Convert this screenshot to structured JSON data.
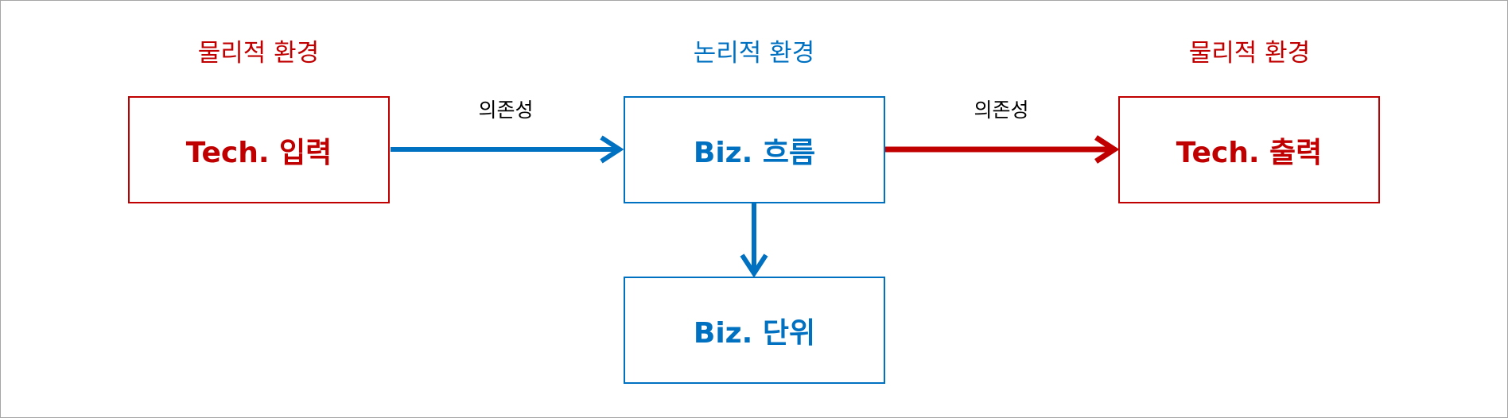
{
  "environments": {
    "left": "물리적 환경",
    "middle": "논리적 환경",
    "right": "물리적 환경"
  },
  "boxes": {
    "input": "Tech. 입력",
    "flow": "Biz. 흐름",
    "output": "Tech. 출력",
    "unit": "Biz. 단위"
  },
  "edges": {
    "input_to_flow_label": "의존성",
    "flow_to_output_label": "의존성"
  },
  "colors": {
    "physical": "#c00000",
    "logical": "#0070c0",
    "label": "#000000",
    "frame": "#a6a6a6"
  }
}
